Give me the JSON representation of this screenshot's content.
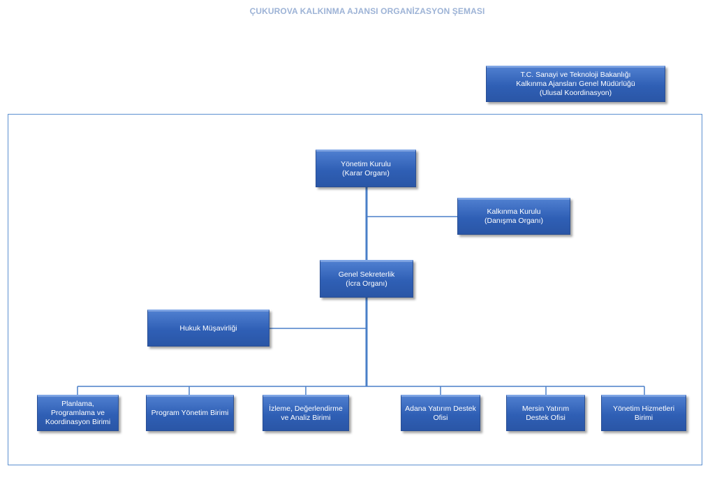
{
  "title": "ÇUKUROVA KALKINMA AJANSI ORGANİZASYON ŞEMASI",
  "colors": {
    "box_fill": "#2f5fb5",
    "line": "#4a7fc8",
    "title": "#9db3d6",
    "frame": "#5b8fd0"
  },
  "nodes": {
    "ministry": "T.C. Sanayi ve Teknoloji Bakanlığı\nKalkınma Ajansları Genel Müdürlüğü\n(Ulusal Koordinasyon)",
    "board": "Yönetim Kurulu\n(Karar Organı)",
    "dev_council": "Kalkınma Kurulu\n(Danışma Organı)",
    "secretariat": "Genel Sekreterlik\n(İcra Organı)",
    "legal": "Hukuk Müşavirliği",
    "units": [
      "Planlama,\nProgramlama ve\nKoordinasyon Birimi",
      "Program Yönetim Birimi",
      "İzleme, Değerlendirme\nve Analiz Birimi",
      "Adana Yatırım Destek\nOfisi",
      "Mersin  Yatırım\nDestek Ofisi",
      "Yönetim Hizmetleri\nBirimi"
    ]
  }
}
